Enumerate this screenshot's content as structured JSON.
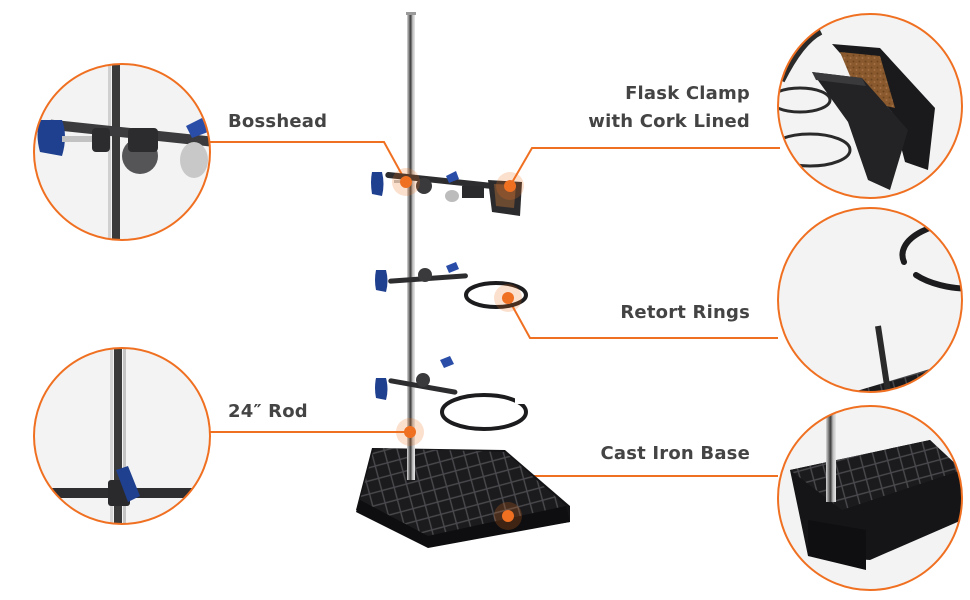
{
  "title": "Laboratory Support Stand Set",
  "accent_color": "#F07022",
  "callouts": [
    {
      "id": "bosshead",
      "label": "Bosshead",
      "side": "left"
    },
    {
      "id": "rod",
      "label": "24″ Rod",
      "side": "left"
    },
    {
      "id": "flask-clamp",
      "label_line1": "Flask Clamp",
      "label_line2": "with Cork Lined",
      "side": "right"
    },
    {
      "id": "retort-rings",
      "label": "Retort Rings",
      "side": "right"
    },
    {
      "id": "cast-iron-base",
      "label": "Cast Iron Base",
      "side": "right"
    }
  ],
  "icons": {
    "bosshead": "bosshead-detail-icon",
    "rod": "rod-detail-icon",
    "flask_clamp": "flask-clamp-detail-icon",
    "retort_ring": "retort-ring-detail-icon",
    "base": "cast-iron-base-detail-icon",
    "stand": "lab-stand-illustration"
  }
}
